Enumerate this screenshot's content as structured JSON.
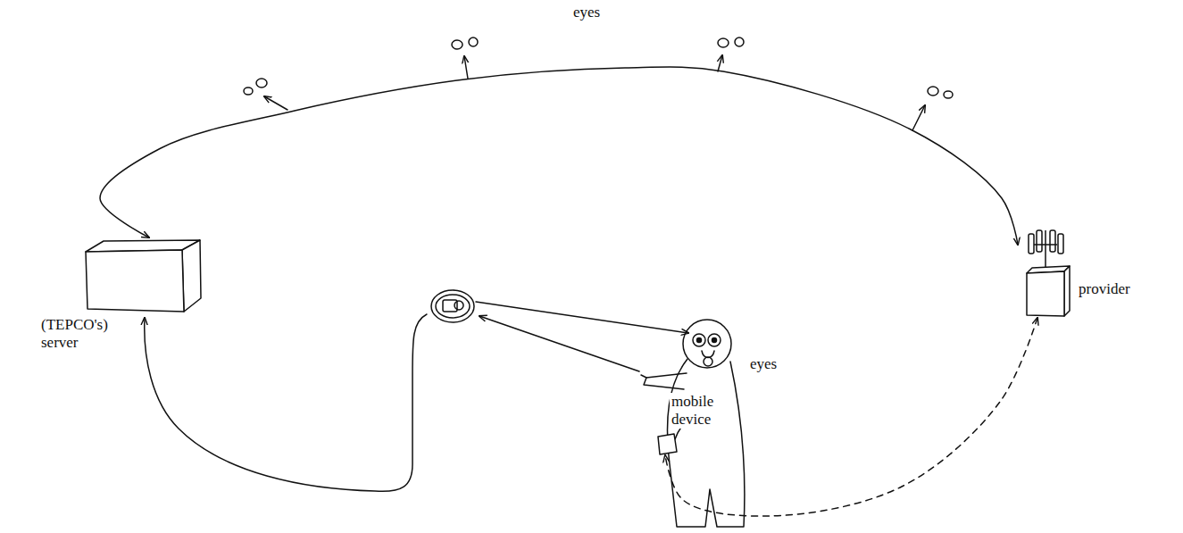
{
  "diagram": {
    "nodes": [
      {
        "text": [
          "(TEPCO's) server"
        ]
      },
      {
        "text": [
          "provider"
        ]
      },
      {
        "text": [
          "mobile device"
        ]
      }
    ],
    "edges": [
      {
        "from": 0,
        "to": 1,
        "arrow": "both"
      },
      {
        "from": 1,
        "to": 2,
        "arrow": "both"
      }
    ],
    "labels": [
      "eyes",
      "eyes"
    ]
  }
}
